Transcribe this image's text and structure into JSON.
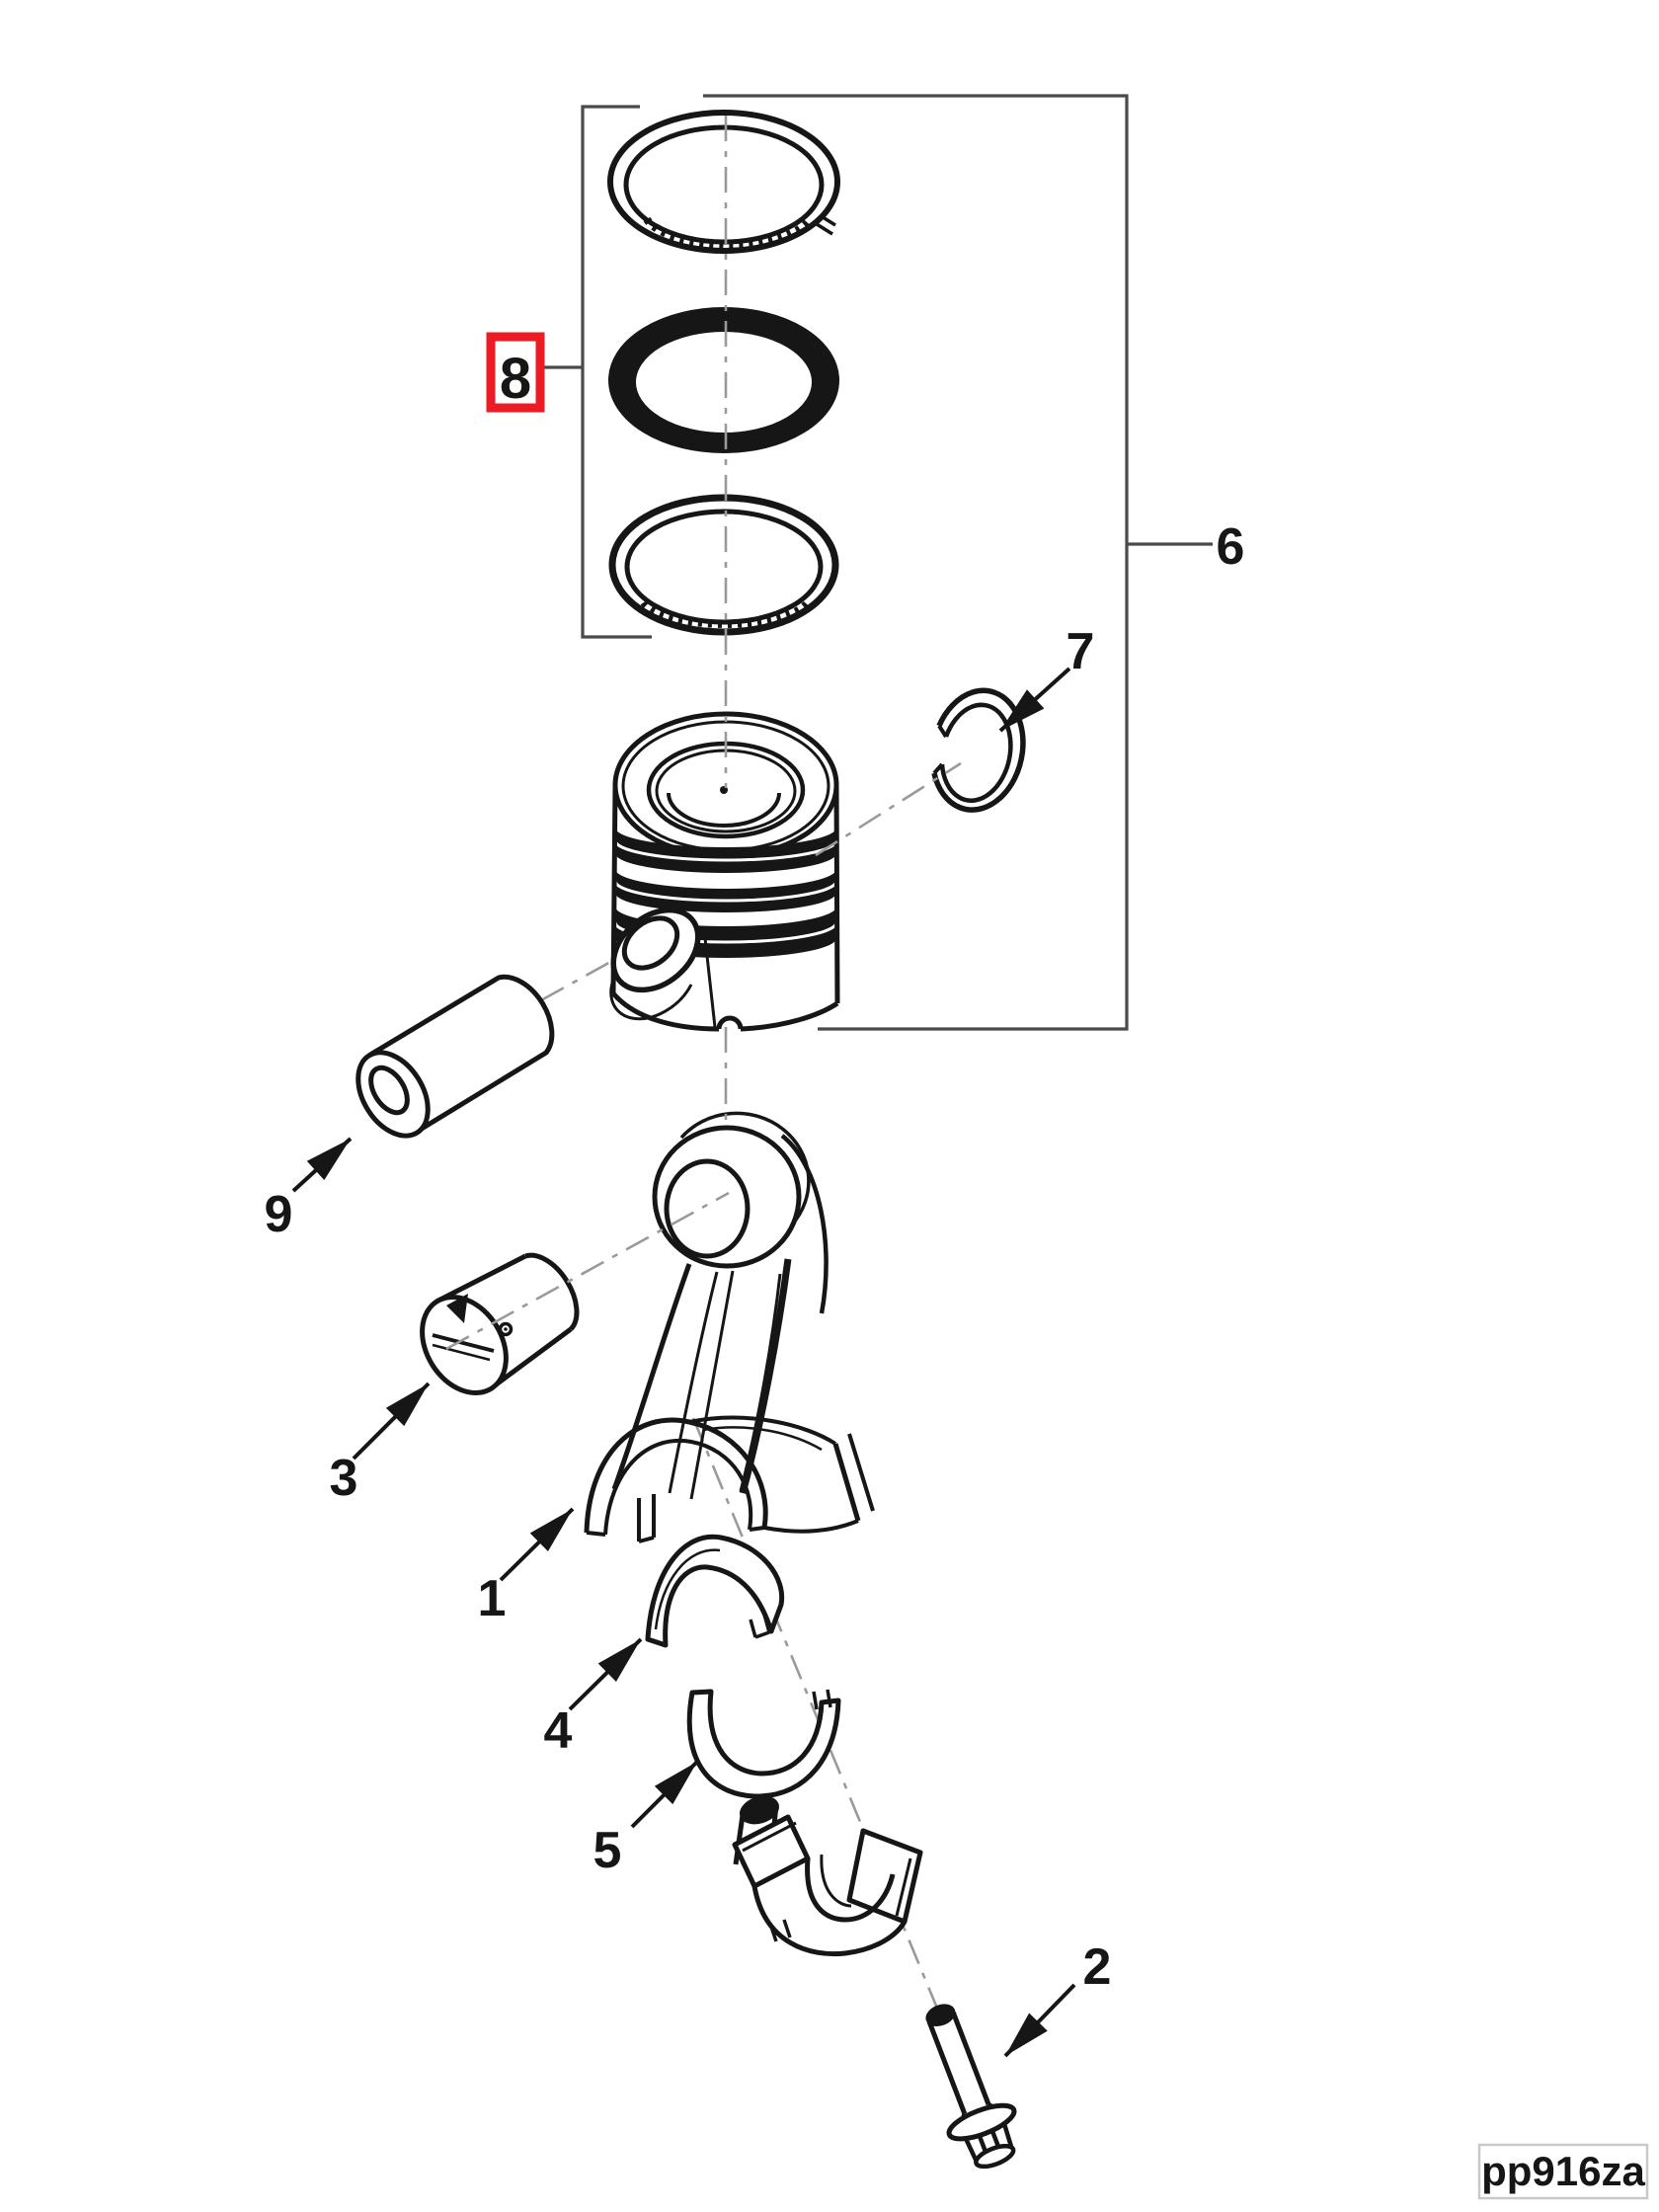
{
  "figure": {
    "watermark": "pp916za",
    "highlight_color": "#ed1c24",
    "line_color": "#161616",
    "bracket_color": "#4a4a4a",
    "centerline_color": "#9a9a9a",
    "background": "#ffffff",
    "highlighted_callout": "8",
    "callouts": {
      "item1": "1",
      "item2": "2",
      "item3": "3",
      "item4": "4",
      "item5": "5",
      "item6": "6",
      "item7": "7",
      "item8": "8",
      "item9": "9"
    }
  }
}
